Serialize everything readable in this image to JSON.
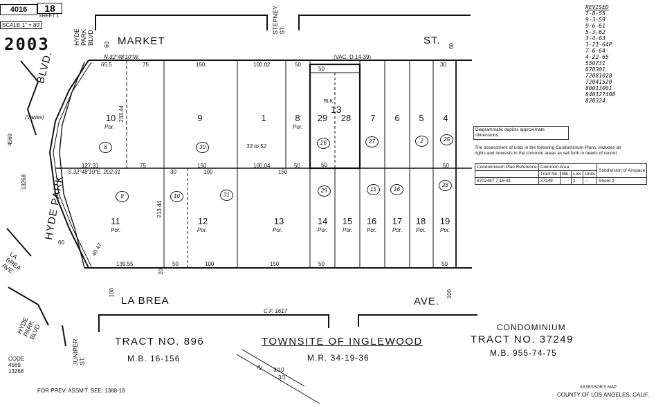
{
  "header": {
    "book": "4016",
    "page": "18",
    "sheet": "SHEET 1",
    "scale": "SCALE 1\" = 80'",
    "map_number": "2003"
  },
  "streets": {
    "market": "MARKET",
    "market_st": "ST.",
    "hyde_park_blvd_top": "HYDE PARK BLVD.",
    "stepney": "STEPNEY ST.",
    "blvd": "BLVD.",
    "hyde_park": "HYDE PARK",
    "la_brea_left": "LA BREA AVE.",
    "la_brea": "LA BREA",
    "ave": "AVE.",
    "hyde_park_blvd_bottom": "HYDE PARK BLVD",
    "juniper": "JUNIPER ST."
  },
  "lots_north": [
    {
      "num": "10",
      "por": "Por.",
      "parcel": "8"
    },
    {
      "num": "9",
      "por": "",
      "parcel": "30"
    },
    {
      "num": "1",
      "por": "",
      "parcel": "33 to 52"
    },
    {
      "num": "8",
      "por": "Por.",
      "parcel": ""
    },
    {
      "num": "29",
      "por": "",
      "parcel": "26"
    },
    {
      "num": "28",
      "por": "",
      "parcel": ""
    },
    {
      "num": "7",
      "por": "",
      "parcel": "27"
    },
    {
      "num": "6",
      "por": "",
      "parcel": ""
    },
    {
      "num": "5",
      "por": "",
      "parcel": "2"
    },
    {
      "num": "4",
      "por": "",
      "parcel": "25"
    }
  ],
  "block": {
    "label": "BLK.",
    "num": "13"
  },
  "lots_south": [
    {
      "num": "11",
      "por": "Por.",
      "parcel": "9"
    },
    {
      "num": "12",
      "por": "Por.",
      "parcel": "31"
    },
    {
      "num": "13",
      "por": "Por.",
      "parcel": ""
    },
    {
      "num": "14",
      "por": "Por.",
      "parcel": "29"
    },
    {
      "num": "15",
      "por": "Por.",
      "parcel": ""
    },
    {
      "num": "16",
      "por": "Por.",
      "parcel": "15"
    },
    {
      "num": "17",
      "por": "Por.",
      "parcel": "16"
    },
    {
      "num": "18",
      "por": "Por.",
      "parcel": ""
    },
    {
      "num": "19",
      "por": "Por.",
      "parcel": "28"
    }
  ],
  "extra_parcel": "10",
  "dimensions": {
    "top_bearing": "N.32°48'10\"W.",
    "vac": "(VAC. D.14-39)",
    "top_655": "65.5",
    "top_75": "75",
    "top_150": "150",
    "top_10002": "100.02",
    "top_50a": "50",
    "top_50b": "50",
    "top_30": "30",
    "mid_bearing": "S.32°48'10\"E. 202.31",
    "mid_12731": "127.31",
    "mid_75": "75",
    "mid_30": "30",
    "mid_150": "150",
    "mid_100": "100",
    "mid_10004": "100.04",
    "mid_150b": "150",
    "mid_50": "50",
    "mid_50b": "50",
    "mid_50c": "50",
    "depth_23344": "233.44",
    "depth_21344": "213.44",
    "bot_13955": "139.55",
    "bot_50": "50",
    "bot_100": "100",
    "bot_150": "150",
    "bot_50b": "50",
    "bot_50c": "50",
    "west_60": "60",
    "west_4047": "40.47",
    "cf": "C.F. 1617",
    "var": "(Varies)",
    "d4569": "4569",
    "d13268": "13268",
    "n60a": "60",
    "n60b": "60",
    "n100a": "100",
    "n100b": "100",
    "n20": "20"
  },
  "tracts": {
    "t896": "TRACT NO. 896",
    "t896_mb": "M.B. 16-156",
    "townsite": "TOWNSITE OF INGLEWOOD",
    "townsite_mr": "M.R. 34-19-36",
    "condo_label": "CONDOMINIUM",
    "t37249": "TRACT NO. 37249",
    "t37249_mb": "M.B. 955-74-75"
  },
  "code_box": {
    "label": "CODE",
    "c1": "4569",
    "c2": "13268"
  },
  "footer": {
    "prev": "FOR PREV. ASSM'T. SEE: 1388-18",
    "assessor": "ASSESSOR'S MAP",
    "county": "COUNTY OF LOS ANGELES, CALIF."
  },
  "notes": {
    "diagram": "Diagrammatic depicts approximate dimensions.",
    "assessment": "The assessment of units in the following Condominium Plans, includes all rights and interests in the common areas as set forth in deeds of record."
  },
  "condo_table": {
    "headers": [
      "Condominium Plan Reference",
      "Tract No.",
      "Blk.",
      "Lots",
      "Units",
      "Subdivision of Airspace"
    ],
    "group_header": "Common Area",
    "row": [
      "8702487 7-15-81",
      "37249",
      "--",
      "1",
      "--",
      "Sheet 2"
    ]
  },
  "revised": {
    "title": "REVISED",
    "lines": [
      "7-8-55",
      "9-3-59",
      "9-6-61",
      "5-3-62",
      "3-4-63",
      "1-21-64P",
      "7-6-64",
      "4-22-65",
      "550731",
      "670301",
      "72081020",
      "72041520",
      "80013001",
      "840127400",
      "820324"
    ]
  },
  "north_arrow": {
    "n": "N",
    "scale": "3/10",
    "sub": "3/1"
  }
}
